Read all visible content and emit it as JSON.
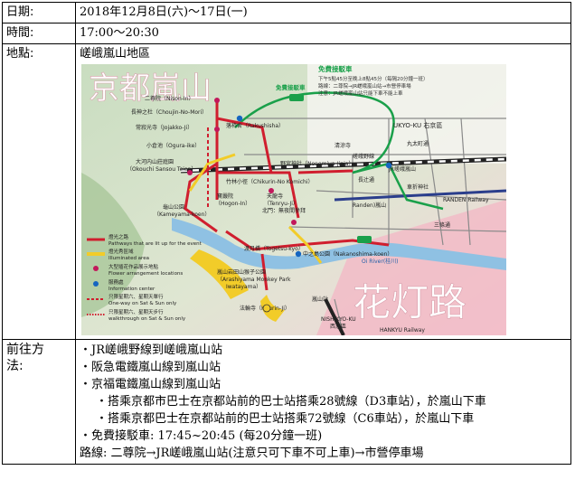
{
  "rows": {
    "date": {
      "label": "日期:",
      "value": "2018年12月8日(六)～17日(一)"
    },
    "time": {
      "label": "時間:",
      "value": "17:00～20:30"
    },
    "place": {
      "label": "地點:",
      "value": "嵯峨嵐山地區"
    },
    "access": {
      "label_1": "前往方",
      "label_2": "法:",
      "lines": [
        "・JR嵯峨野線到嵯峨嵐山站",
        "・阪急電鐵嵐山線到嵐山站",
        "・京福電鐵嵐山線到嵐山站"
      ],
      "bus_lines": [
        "・搭乘京都市巴士在京都站前的巴士站搭乘28號線（D3車站），於嵐山下車",
        "・搭乘京都巴士在京都站前的巴士站搭乘72號線（C6車站），於嵐山下車"
      ],
      "shuttle": "・免費接駁車: 17:45~20:45 (每20分鐘一班)",
      "route": "路線: 二尊院→JR嵯峨嵐山站(注意只可下車不可上車)→市營停車場"
    }
  },
  "map": {
    "title_left": "京都嵐山",
    "title_right": "花灯路",
    "shuttle_title": "免費接駁車",
    "shuttle_note_1": "下午5點45分至晚上8點45分（每隔20分鐘一班）",
    "shuttle_note_2": "路線：二尊院→JR嵯峨嵐山站→市營停車場",
    "shuttle_note_3": "注意：JR嵯峨嵐山站只能下車不能上車",
    "shuttle_bus_label": "免費接駁車",
    "places": {
      "nison": "二尊院（Nison-In）",
      "choujin": "長神之杜（Choujin-No-Mori）",
      "jojakko": "常寂光寺（Jojakko-Ji）",
      "ogura": "小倉池（Ogura-ike）",
      "rakushisha": "落柿舍（Rakushisha）",
      "okouchi_1": "大河内山莊庭園",
      "okouchi_2": "（Okouchi Sansou Teien）",
      "nonomiya": "野宮神社（Nonomiya-Jinja）",
      "chikurin": "竹林小徑（Chikurin-No Komichi）",
      "hogon_1": "寶嚴院",
      "hogon_2": "（Hogon-In）",
      "tenryu_1": "天龍寺",
      "tenryu_2": "（Tenryu-Ji）",
      "tenryu_3": "北門：無夜間參拜",
      "kameyama_1": "龜山公園",
      "kameyama_2": "（Kameyama-koen）",
      "togetsu": "渡月橋（Togetsu-kyo）",
      "nakanoshima": "中之島公園（Nakanoshima-koen）",
      "oiriver": "Oi River(桂川)",
      "monkey_1": "嵐山岩田山猴子公園",
      "monkey_2": "（Arashiyama Monkey Park",
      "monkey_3": "Iwatayama）",
      "horin": "法輪寺（Hourin-Ji）",
      "ukyo": "UKYO-KU 右京區",
      "marutamachi": "丸太町通",
      "sanjo": "三條通",
      "randen_rail": "RANDEN Railway",
      "randen_st": "Randen)嵐山",
      "nishikyo_1": "NISHIKYO-KU",
      "nishikyo_2": "西京區",
      "hankyu": "HANKYU Railway",
      "arashiyama_st": "嵐山站",
      "saga_st": "JR嵯峨嵐山",
      "sagano_line": "嵯峨野線",
      "kurumazaki": "車折神社",
      "road_nagatsuji": "長辻通",
      "road_seiryo": "清涼寺"
    },
    "legend": {
      "path": "燈光之路",
      "path_en": "Pathways that are lit up for the event",
      "illum": "燈光秀區域",
      "illum_en": "Illuminated area",
      "flower": "大型插花作品展示地點",
      "flower_en": "Flower arrangement locations",
      "info": "服務處",
      "info_en": "Information center",
      "oneway": "只限星期六、星期天單行",
      "oneway_en": "One-way on Sat & Sun only",
      "walk": "只限星期六、星期天步行",
      "walk_en": "walkthrough on Sat & Sun only"
    }
  }
}
